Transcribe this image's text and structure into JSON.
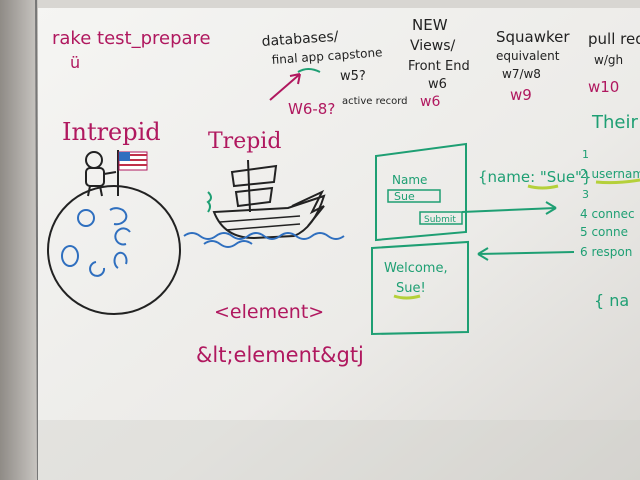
{
  "scene": {
    "description_colors": {
      "wall": "#cfcac4",
      "board": "#ffffff",
      "frame": "#aaa7a3",
      "magenta_ink": "#b0185f",
      "black_ink": "#222222",
      "green_ink": "#1e9f73",
      "blue_ink": "#2f6fbf"
    }
  },
  "top_left": {
    "command": "rake test_prepare",
    "smile": "ü"
  },
  "schedule": {
    "col1": {
      "lines": [
        "databases/",
        "final app capstone"
      ],
      "sub1": "w5?",
      "sub2": "active record",
      "week": "W6-8?"
    },
    "col2": {
      "lines": [
        "NEW",
        "Views/",
        "Front End",
        "w6"
      ],
      "week": "w6"
    },
    "col3": {
      "lines": [
        "Squawker",
        "equivalent",
        "w7/w8"
      ],
      "week": "w9"
    },
    "col4": {
      "lines": [
        "pull req",
        "w/gh"
      ],
      "week": "w10"
    }
  },
  "drawings": {
    "intrepid_label": "Intrepid",
    "trepid_label": "Trepid"
  },
  "code": {
    "element_tag": "<element>",
    "escaped_tag": "&lt;element&gtj"
  },
  "form_sketch": {
    "name_label": "Name",
    "name_value": "Sue",
    "submit": "Submit",
    "json_text": "{name: \"Sue\"}",
    "welcome_line1": "Welcome,",
    "welcome_line2": "Sue!"
  },
  "right_notes": {
    "heading": "Their c",
    "items": [
      "1",
      "2 usernam",
      "3",
      "4 connec",
      "5 conne",
      "6 respon"
    ],
    "brace": "{ na"
  }
}
